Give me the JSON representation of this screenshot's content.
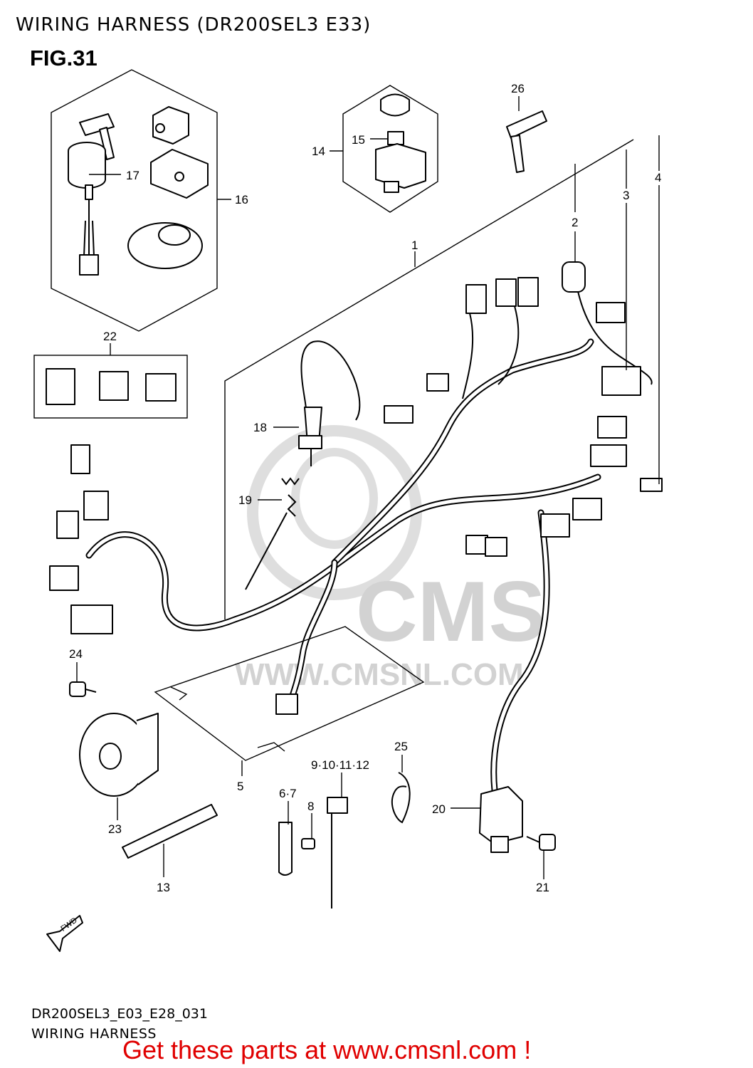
{
  "page_header": {
    "title": "WIRING HARNESS (DR200SEL3 E33)"
  },
  "figure": {
    "label": "FIG.31"
  },
  "watermark": {
    "brand": "CMS",
    "url": "WWW.CMSNL.COM",
    "color": "#d2d2d2"
  },
  "callouts": [
    "1",
    "2",
    "3",
    "4",
    "5",
    "6·7",
    "8",
    "9·10·11·12",
    "13",
    "14",
    "15",
    "16",
    "17",
    "18",
    "19",
    "20",
    "21",
    "22",
    "23",
    "24",
    "25",
    "26"
  ],
  "arrow": {
    "label": "FWD"
  },
  "footer": {
    "diagram_code": "DR200SEL3_E03_E28_031",
    "diagram_name": "WIRING HARNESS",
    "cta": "Get these parts at www.cmsnl.com !",
    "cta_color": "#e00000"
  }
}
